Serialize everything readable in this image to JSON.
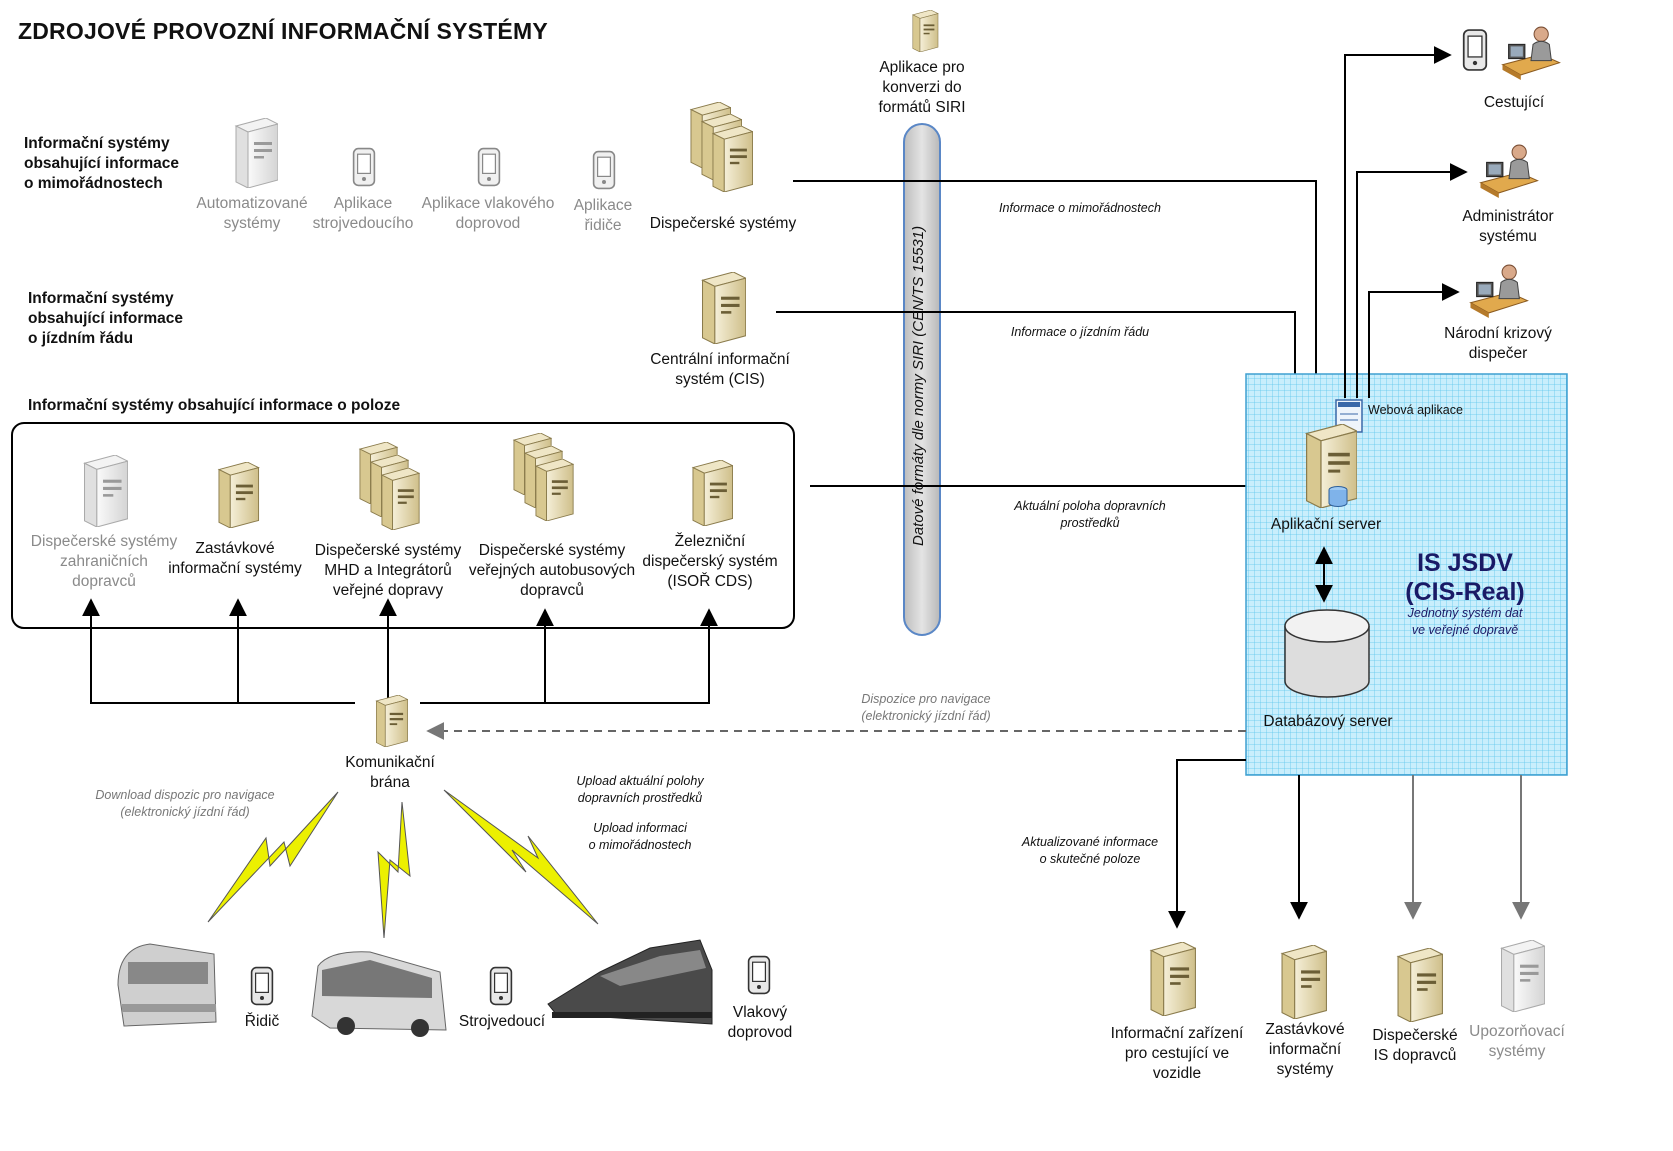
{
  "title": "ZDROJOVÉ PROVOZNÍ INFORMAČNÍ SYSTÉMY",
  "groups": {
    "mimoradnosti": "Informační systémy\nobsahující informace\no mimořádnostech",
    "jizdni_rad": "Informační systémy\nobsahující informace\no jízdním řádu",
    "poloha": "Informační systémy obsahující informace o poloze"
  },
  "sources": {
    "automatizovane": "Automatizované\nsystémy",
    "strojvedouci_app": "Aplikace\nstrojvedoucího",
    "vlakovy_app": "Aplikace vlakového\ndoprovod",
    "ridic_app": "Aplikace\nřidiče",
    "dispecerske": "Dispečerské systémy",
    "siri_app": "Aplikace pro\nkonverzi do\nformátů SIRI",
    "cis": "Centrální informační\nsystém (CIS)"
  },
  "poloha_systems": {
    "zahranicni": "Dispečerské systémy\nzahraničních\ndopravců",
    "zastavkove": "Zastávkové\ninformační systémy",
    "mhd": "Dispečerské systémy\nMHD a Integrátorů\nveřejné dopravy",
    "autobus": "Dispečerské systémy\nveřejných autobusových\ndopravců",
    "zeleznicni": "Železniční\ndispečerský systém\n(ISOŘ CDS)"
  },
  "siri_bar": "Datové formáty dle normy SIRI (CEN/TS 15531)",
  "flows": {
    "mimoradnosti": "Informace o mimořádnostech",
    "jizdni_rad": "Informace o jízdním řádu",
    "poloha": "Aktuální poloha dopravních\nprostředků",
    "dispozice": "Dispozice pro navigace\n(elektronický jízdní řád)",
    "download": "Download dispozic pro navigace\n(elektronický jízdní řád)",
    "upload_poloha": "Upload aktuální polohy\ndopravních prostředků",
    "upload_mimoradnosti": "Upload informaci\no mimořádnostech",
    "aktualizovane": "Aktualizované informace\no skutečné poloze"
  },
  "gateway": "Komunikační\nbrána",
  "vehicles": {
    "ridic": "Řidič",
    "strojvedouci": "Strojvedoucí",
    "vlakovy": "Vlakový\ndoprovod"
  },
  "jsdv": {
    "web_app": "Webová aplikace",
    "app_server": "Aplikační server",
    "name": "IS JSDV\n(CIS-Real)",
    "desc": "Jednotný systém dat\nve veřejné dopravě",
    "db_server": "Databázový server"
  },
  "users": {
    "cestujici": "Cestující",
    "admin": "Administrátor\nsystému",
    "krizovy": "Národní krizový\ndispečer"
  },
  "outputs": {
    "vozidlo": "Informační zařízení\npro cestující ve\nvozidle",
    "zastavkove": "Zastávkové\ninformační\nsystémy",
    "dispecerske": "Dispečerské\nIS dopravců",
    "upozornovaci": "Upozorňovací\nsystémy"
  },
  "colors": {
    "grid_bg": "#c9eefc",
    "grid_line": "#3fb9e6",
    "siri_bar": "#d2d2d2",
    "bolt": "#ecf000",
    "server": "#e6d9ae"
  }
}
